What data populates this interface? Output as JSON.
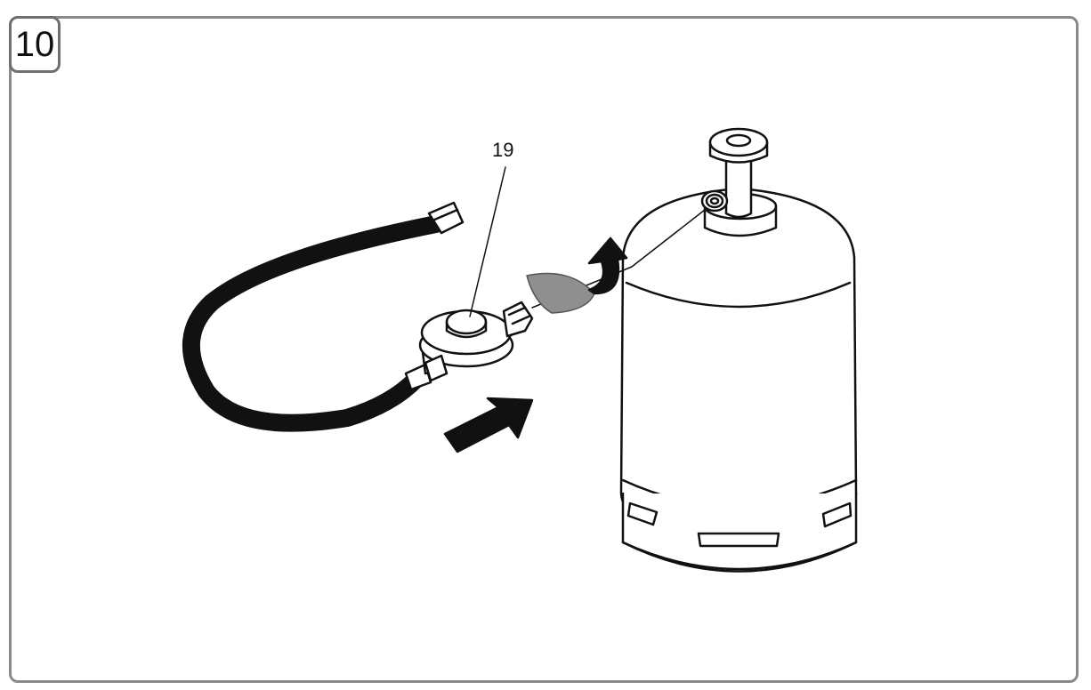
{
  "step": {
    "number": "10"
  },
  "callout": {
    "label": "19",
    "refers_to": "regulator"
  },
  "colors": {
    "ink": "#111111",
    "frame": "#8a8a8a",
    "arrow_fill": "#111111",
    "tape": "#8f8f8f"
  }
}
